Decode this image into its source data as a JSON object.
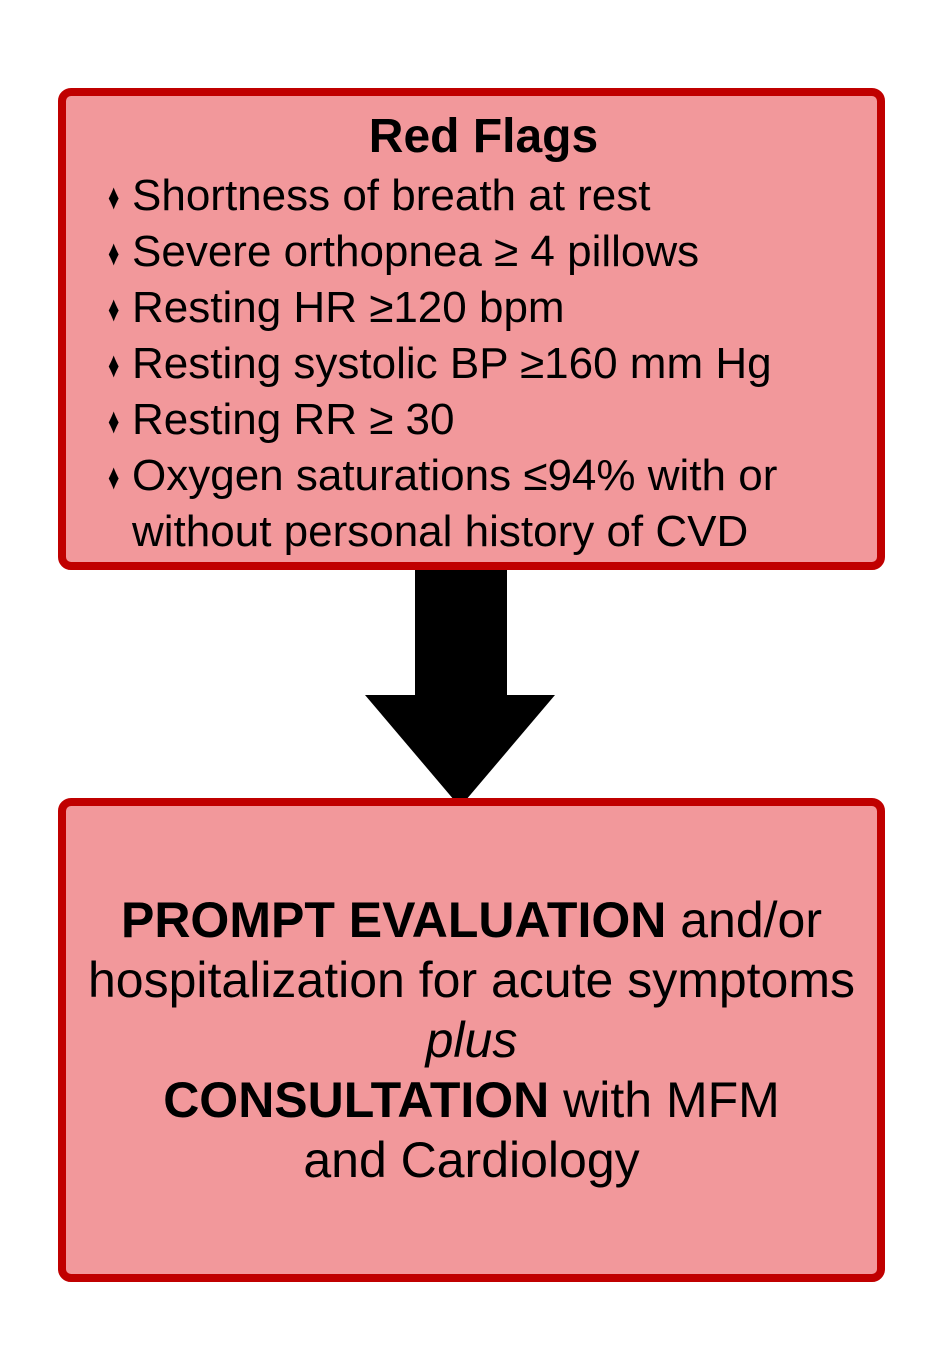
{
  "colors": {
    "box_fill": "#F2989B",
    "box_border": "#C00000",
    "arrow": "#000000",
    "text": "#000000",
    "page_bg": "#FFFFFF"
  },
  "red_flags_box": {
    "title": "Red Flags",
    "bullet_icon": "♦",
    "items": [
      "Shortness of breath at rest",
      "Severe orthopnea ≥ 4 pillows",
      "Resting HR ≥120 bpm",
      "Resting systolic BP ≥160 mm Hg",
      "Resting RR ≥ 30",
      "Oxygen saturations ≤94% with or without personal history of CVD"
    ]
  },
  "arrow": {
    "direction": "down"
  },
  "action_box": {
    "line1": {
      "bold": "PROMPT EVALUATION",
      "rest": " and/or"
    },
    "line2": "hospitalization for acute symptoms",
    "line3_italic": "plus",
    "line4": {
      "bold": "CONSULTATION",
      "rest": " with MFM"
    },
    "line5": "and Cardiology"
  }
}
